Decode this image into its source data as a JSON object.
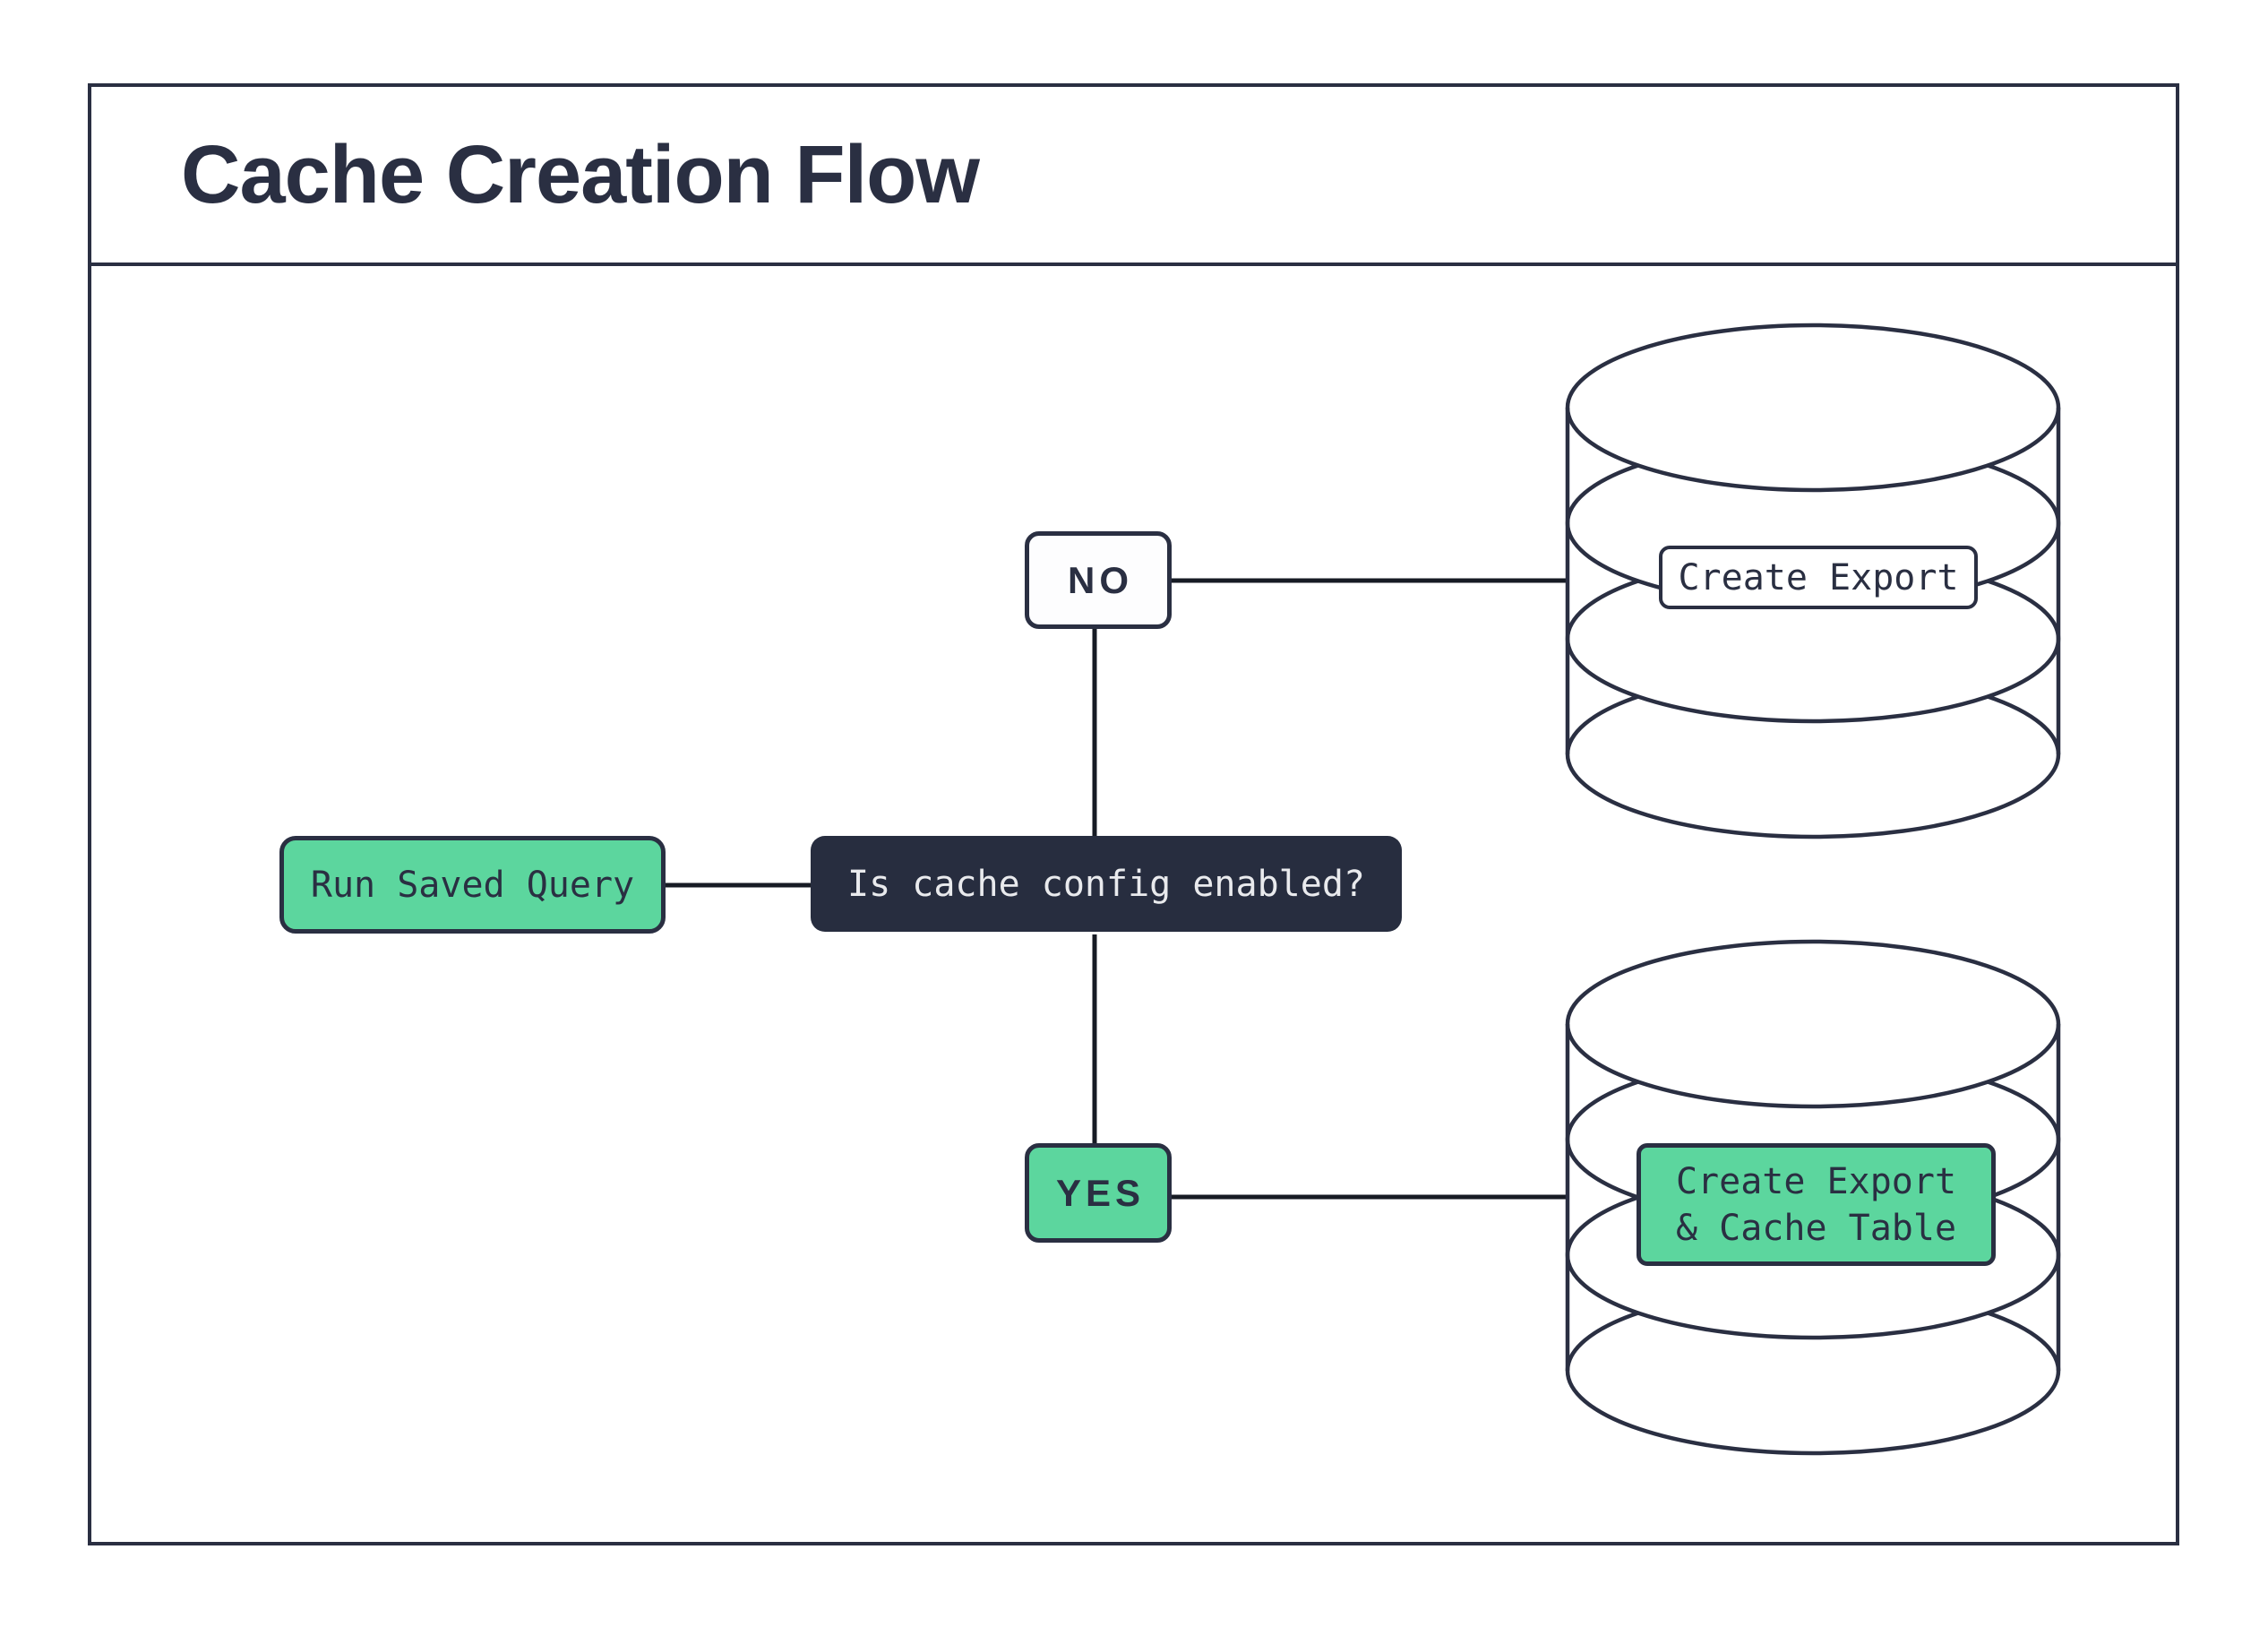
{
  "header": {
    "title": "Cache Creation Flow"
  },
  "nodes": {
    "start": {
      "label": "Run Saved Query"
    },
    "decision": {
      "label": "Is cache config enabled?"
    },
    "branch_no": {
      "label": "NO"
    },
    "branch_yes": {
      "label": "YES"
    },
    "db_export": {
      "label": "Create Export"
    },
    "db_export_cache": {
      "line1": "Create Export",
      "line2": "& Cache Table"
    }
  },
  "icons": {
    "db_export": "database-cylinder-icon",
    "db_export_cache": "database-cylinder-icon"
  },
  "colors": {
    "ink": "#2a2f42",
    "connector": "#171b24",
    "green": "#5cd69e",
    "decision_fill": "#272d3f",
    "decision_text": "#e9eaed",
    "background": "#ffffff"
  }
}
